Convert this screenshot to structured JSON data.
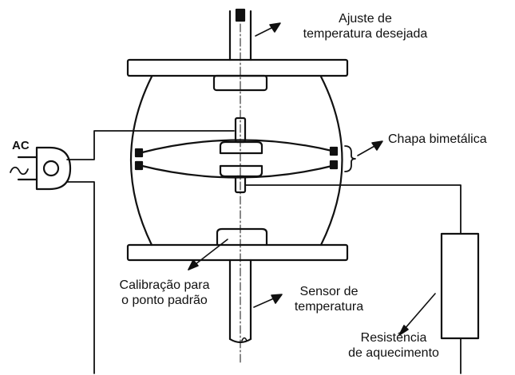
{
  "labels": {
    "setpoint": [
      "Ajuste de",
      "temperatura desejada"
    ],
    "bimetal": "Chapa bimetálica",
    "ac": "AC",
    "calibration": [
      "Calibração para",
      "o ponto padrão"
    ],
    "sensor": [
      "Sensor de",
      "temperatura"
    ],
    "heater": [
      "Resistência",
      "de aquecimento"
    ]
  }
}
